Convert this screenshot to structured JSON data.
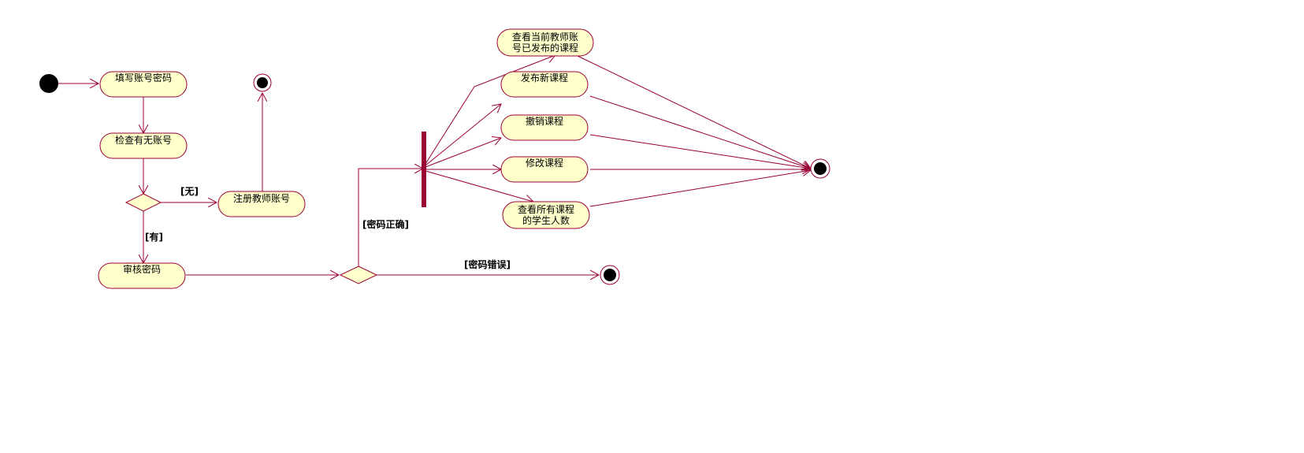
{
  "colors": {
    "line": "#990033",
    "node_fill": "#ffffcc",
    "node_stroke": "#990033",
    "bar": "#990033",
    "start": "#000000"
  },
  "nodes": {
    "fill_account_password": "填写账号密码",
    "check_account_exists": "检查有无账号",
    "register_teacher_account": "注册教师账号",
    "verify_password": "审核密码",
    "view_published_courses": [
      "查看当前教师账",
      "号已发布的课程"
    ],
    "publish_new_course": "发布新课程",
    "revoke_course": "撤销课程",
    "modify_course": "修改课程",
    "view_all_students": [
      "查看所有课程",
      "的学生人数"
    ]
  },
  "guards": {
    "no_account": "[无]",
    "has_account": "[有]",
    "password_correct": "[密码正确]",
    "password_wrong": "[密码错误]"
  }
}
